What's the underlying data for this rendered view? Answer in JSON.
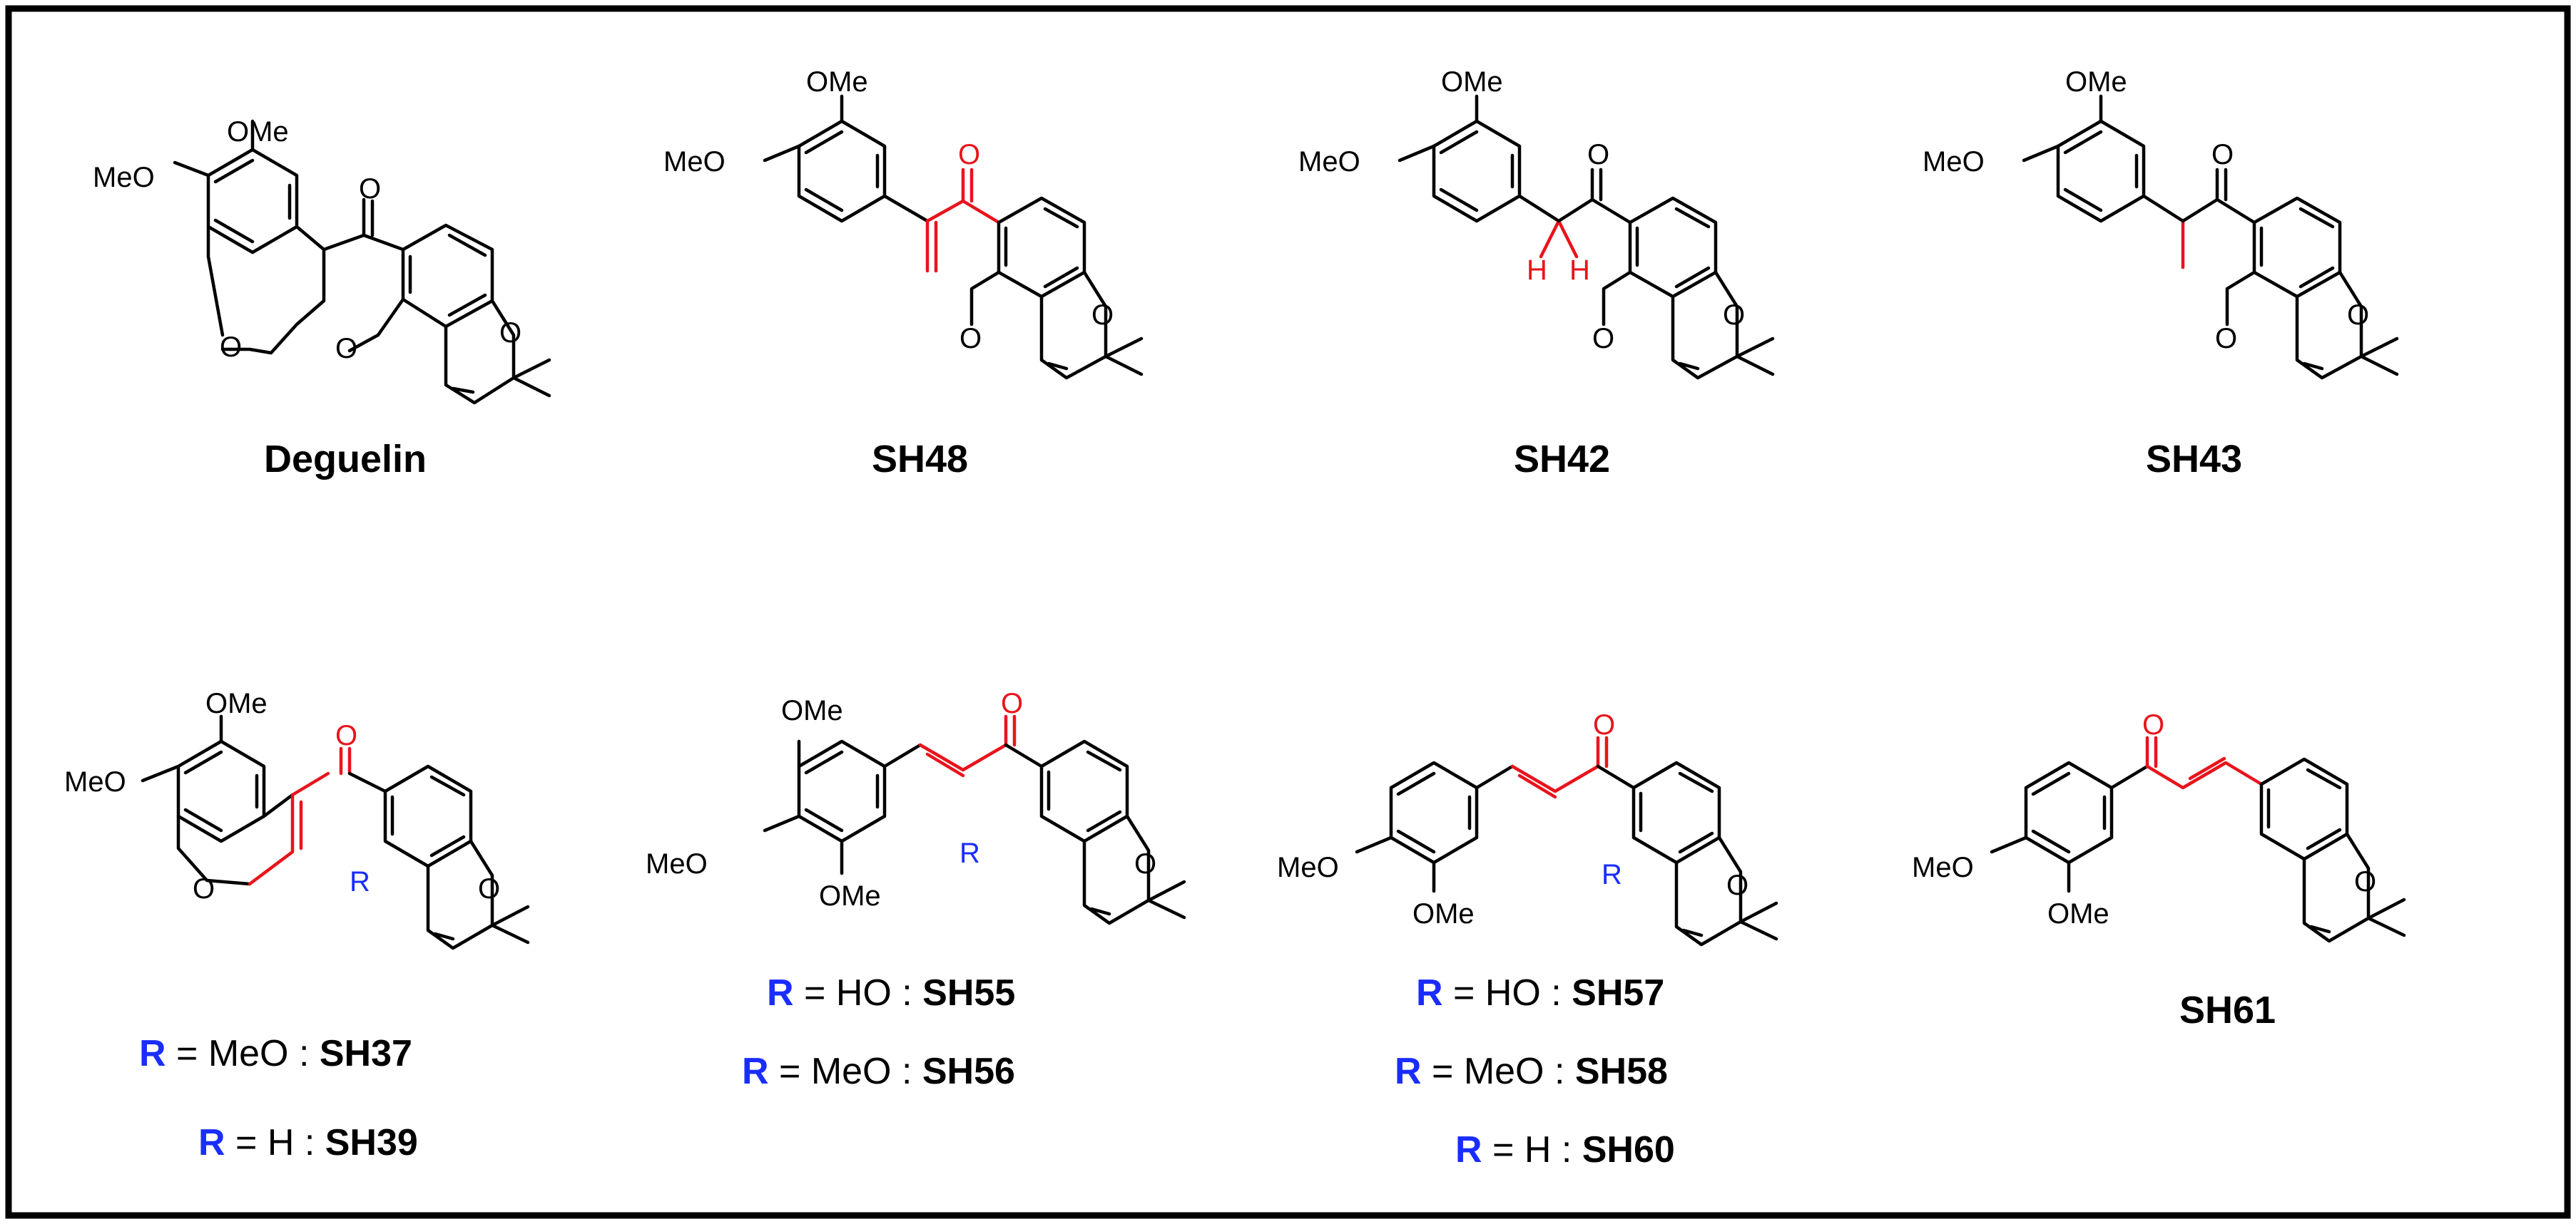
{
  "compounds": [
    {
      "id": "deguelin",
      "name": "Deguelin"
    },
    {
      "id": "sh48",
      "name": "SH48"
    },
    {
      "id": "sh42",
      "name": "SH42"
    },
    {
      "id": "sh43",
      "name": "SH43"
    },
    {
      "id": "sh61",
      "name": "SH61"
    }
  ],
  "atoms": {
    "ome": "OMe",
    "meo": "MeO",
    "o": "O",
    "h": "H",
    "r": "R"
  },
  "r_groups": [
    {
      "group": "SH37 / SH39",
      "entries": [
        {
          "r": "R",
          "eq": " = MeO : ",
          "compound": "SH37"
        },
        {
          "r": "R",
          "eq": " = H : ",
          "compound": "SH39"
        }
      ]
    },
    {
      "group": "SH55 / SH56",
      "entries": [
        {
          "r": "R",
          "eq": " = HO : ",
          "compound": "SH55"
        },
        {
          "r": "R",
          "eq": " = MeO : ",
          "compound": "SH56"
        }
      ]
    },
    {
      "group": "SH57 / SH58 / SH60",
      "entries": [
        {
          "r": "R",
          "eq": " = HO : ",
          "compound": "SH57"
        },
        {
          "r": "R",
          "eq": " = MeO : ",
          "compound": "SH58"
        },
        {
          "r": "R",
          "eq": " = H : ",
          "compound": "SH60"
        }
      ]
    }
  ],
  "colors": {
    "highlight": "#e8141c",
    "r_group": "#1a2dff",
    "border": "#000000"
  }
}
